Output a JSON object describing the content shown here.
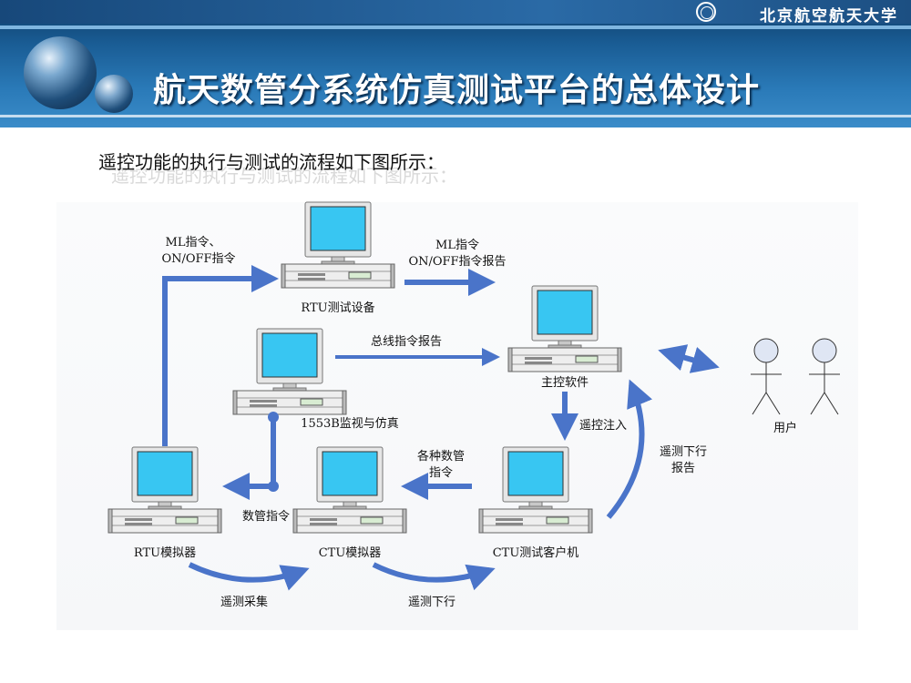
{
  "header": {
    "title": "航天数管分系统仿真测试平台的总体设计",
    "university": "北京航空航天大学"
  },
  "subtitle": "遥控功能的执行与测试的流程如下图所示：",
  "nodes": {
    "rtu_test": "RTU测试设备",
    "master": "主控软件",
    "monitor": "1553B监视与仿真",
    "rtu_sim": "RTU模拟器",
    "ctu_sim": "CTU模拟器",
    "ctu_client": "CTU测试客户机",
    "user": "用户"
  },
  "edges": {
    "ml_cmd_1": "ML指令、",
    "ml_cmd_2": "ON/OFF指令",
    "ml_report_1": "ML指令",
    "ml_report_2": "ON/OFF指令报告",
    "bus_report": "总线指令报告",
    "remote_inject": "遥控注入",
    "telemetry_report_1": "遥测下行",
    "telemetry_report_2": "报告",
    "dm_cmd_1": "各种数管",
    "dm_cmd_2": "指令",
    "dm_cmd": "数管指令",
    "telemetry_collect": "遥测采集",
    "telemetry_down": "遥测下行"
  },
  "colors": {
    "arrow": "#4a74c9",
    "screen": "#38c6f2",
    "header": "#1a5d95"
  }
}
